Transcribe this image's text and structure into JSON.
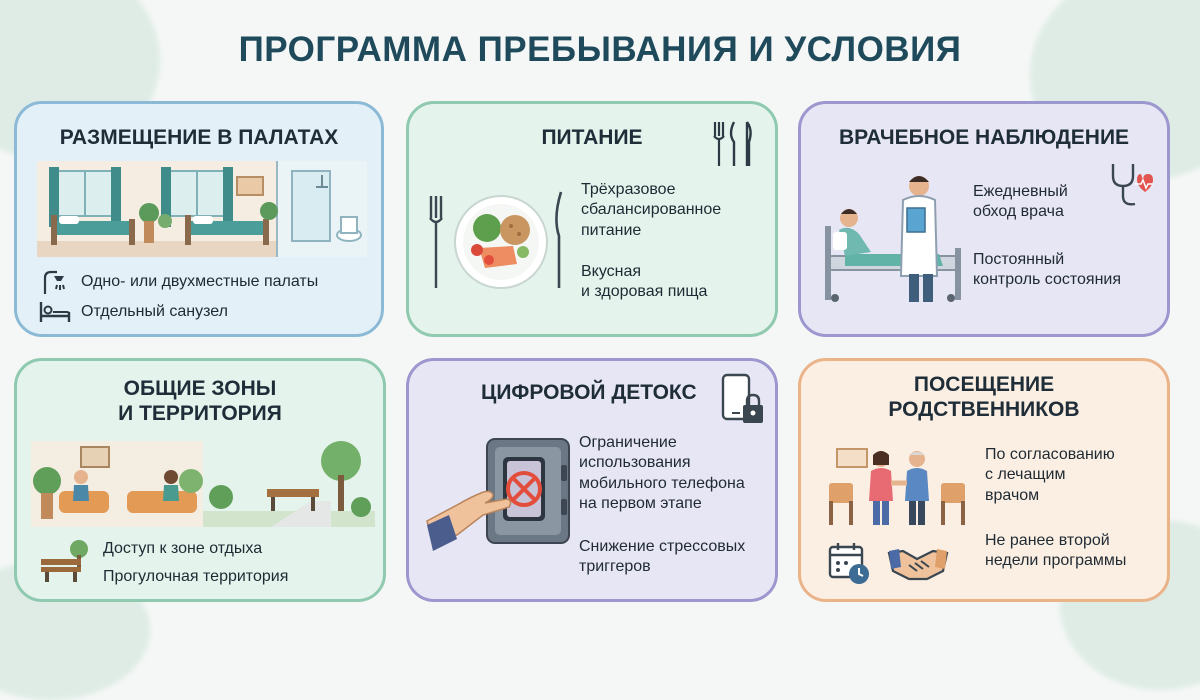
{
  "title": "ПРОГРАММА ПРЕБЫВАНИЯ И УСЛОВИЯ",
  "colors": {
    "title": "#1f4a5c",
    "blue_bg": "#e3f0f7",
    "blue_border": "#8cbad6",
    "mint_bg": "#e4f3ec",
    "mint_border": "#8fc9b0",
    "lilac_bg": "#e7e6f4",
    "lilac_border": "#9c97cf",
    "peach_bg": "#fbefe3",
    "peach_border": "#eab388"
  },
  "cards": {
    "rooms": {
      "title": "РАЗМЕЩЕНИЕ В ПАЛАТАХ",
      "items": [
        "Одно- или двухместные палаты",
        "Отдельный санузел"
      ],
      "icons": [
        "shower-icon",
        "bed-icon"
      ]
    },
    "food": {
      "title": "ПИТАНИЕ",
      "items": [
        "Трёхразовое\nсбалансированное\nпитание",
        "Вкусная\nи здоровая пища"
      ],
      "icons": [
        "cutlery-icon",
        "plate-icon"
      ]
    },
    "doctor": {
      "title": "ВРАЧЕБНОЕ НАБЛЮДЕНИЕ",
      "items": [
        "Ежедневный\nобход врача",
        "Постоянный\nконтроль состояния"
      ],
      "icons": [
        "stethoscope-icon"
      ]
    },
    "zones": {
      "title": "ОБЩИЕ ЗОНЫ\nИ ТЕРРИТОРИЯ",
      "items": [
        "Доступ к зоне отдыха",
        "Прогулочная территория"
      ],
      "icons": [
        "bench-icon"
      ]
    },
    "detox": {
      "title": "ЦИФРОВОЙ ДЕТОКС",
      "items": [
        "Ограничение\nиспользования\nмобильного телефона\nна первом этапе",
        "Снижение стрессовых\nтриггеров"
      ],
      "icons": [
        "phone-lock-icon",
        "safe-icon"
      ]
    },
    "visits": {
      "title": "ПОСЕЩЕНИЕ\nРОДСТВЕННИКОВ",
      "items": [
        "По согласованию\nс лечащим\nврачом",
        "Не ранее второй\nнедели программы"
      ],
      "icons": [
        "calendar-icon",
        "handshake-icon"
      ]
    }
  }
}
